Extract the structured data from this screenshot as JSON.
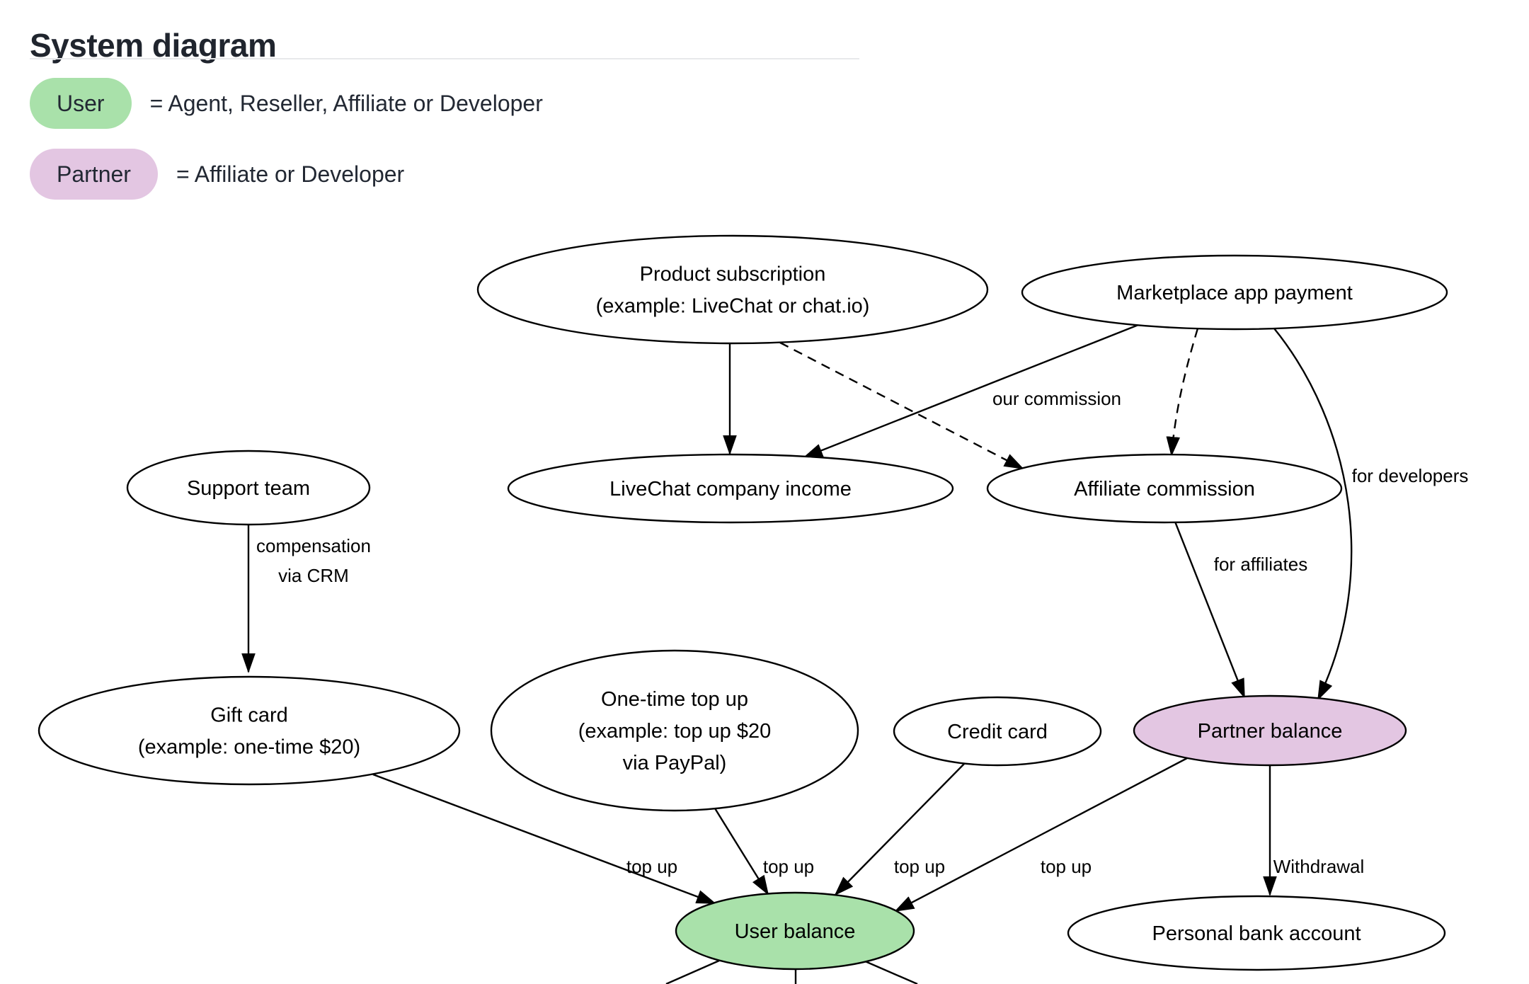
{
  "header": {
    "title": "System diagram"
  },
  "legend": {
    "items": [
      {
        "pill": "User",
        "definition": "= Agent, Reseller, Affiliate or Developer",
        "color": "#a9e1aa"
      },
      {
        "pill": "Partner",
        "definition": "= Affiliate or Developer",
        "color": "#e3c6e2"
      }
    ]
  },
  "colors": {
    "user_green": "#a9e1aa",
    "partner_pink": "#e3c6e2",
    "node_white": "#ffffff",
    "line_black": "#000000",
    "divider_gray": "#e8e9eb"
  },
  "diagram": {
    "nodes": [
      {
        "id": "product-subscription",
        "lines": [
          "Product subscription",
          "(example: LiveChat or chat.io)"
        ],
        "fill": "#ffffff"
      },
      {
        "id": "marketplace-app-payment",
        "lines": [
          "Marketplace app payment"
        ],
        "fill": "#ffffff"
      },
      {
        "id": "livechat-company-income",
        "lines": [
          "LiveChat company income"
        ],
        "fill": "#ffffff"
      },
      {
        "id": "affiliate-commission",
        "lines": [
          "Affiliate commission"
        ],
        "fill": "#ffffff"
      },
      {
        "id": "support-team",
        "lines": [
          "Support team"
        ],
        "fill": "#ffffff"
      },
      {
        "id": "gift-card",
        "lines": [
          "Gift card",
          "(example: one-time $20)"
        ],
        "fill": "#ffffff"
      },
      {
        "id": "one-time-top-up",
        "lines": [
          "One-time top up",
          "(example: top up $20",
          "via PayPal)"
        ],
        "fill": "#ffffff"
      },
      {
        "id": "credit-card",
        "lines": [
          "Credit card"
        ],
        "fill": "#ffffff"
      },
      {
        "id": "partner-balance",
        "lines": [
          "Partner balance"
        ],
        "fill": "#e3c6e2"
      },
      {
        "id": "user-balance",
        "lines": [
          "User balance"
        ],
        "fill": "#a9e1aa"
      },
      {
        "id": "personal-bank-account",
        "lines": [
          "Personal bank account"
        ],
        "fill": "#ffffff"
      }
    ],
    "edges": [
      {
        "id": "product-to-livechat",
        "from": "Product subscription",
        "to": "LiveChat company income",
        "style": "solid",
        "arrow": true,
        "label_lines": []
      },
      {
        "id": "product-to-affiliate",
        "from": "Product subscription",
        "to": "Affiliate commission",
        "style": "dashed",
        "arrow": true,
        "label_lines": []
      },
      {
        "id": "marketplace-to-livechat",
        "from": "Marketplace app payment",
        "to": "LiveChat company income",
        "style": "solid",
        "arrow": true,
        "label_lines": [
          "our commission"
        ]
      },
      {
        "id": "marketplace-to-affiliate",
        "from": "Marketplace app payment",
        "to": "Affiliate commission",
        "style": "dashed",
        "arrow": true,
        "label_lines": []
      },
      {
        "id": "marketplace-to-partner",
        "from": "Marketplace app payment",
        "to": "Partner balance",
        "style": "solid",
        "arrow": true,
        "label_lines": [
          "for developers"
        ]
      },
      {
        "id": "affiliate-to-partner",
        "from": "Affiliate commission",
        "to": "Partner balance",
        "style": "solid",
        "arrow": true,
        "label_lines": [
          "for affiliates"
        ]
      },
      {
        "id": "support-to-gift",
        "from": "Support team",
        "to": "Gift card",
        "style": "solid",
        "arrow": true,
        "label_lines": [
          "compensation",
          "via CRM"
        ]
      },
      {
        "id": "gift-to-user",
        "from": "Gift card",
        "to": "User balance",
        "style": "solid",
        "arrow": true,
        "label_lines": [
          "top up"
        ]
      },
      {
        "id": "one-time-to-user",
        "from": "One-time top up",
        "to": "User balance",
        "style": "solid",
        "arrow": true,
        "label_lines": [
          "top up"
        ]
      },
      {
        "id": "credit-to-user",
        "from": "Credit card",
        "to": "User balance",
        "style": "solid",
        "arrow": true,
        "label_lines": [
          "top up"
        ]
      },
      {
        "id": "partner-to-user",
        "from": "Partner balance",
        "to": "User balance",
        "style": "solid",
        "arrow": true,
        "label_lines": [
          "top up"
        ]
      },
      {
        "id": "partner-to-bank",
        "from": "Partner balance",
        "to": "Personal bank account",
        "style": "solid",
        "arrow": true,
        "label_lines": [
          "Withdrawal"
        ]
      },
      {
        "id": "user-out-left",
        "from": "User balance",
        "to": "",
        "style": "solid",
        "arrow": false,
        "label_lines": []
      },
      {
        "id": "user-out-middle",
        "from": "User balance",
        "to": "",
        "style": "solid",
        "arrow": false,
        "label_lines": []
      },
      {
        "id": "user-out-right",
        "from": "User balance",
        "to": "",
        "style": "solid",
        "arrow": false,
        "label_lines": []
      }
    ]
  }
}
